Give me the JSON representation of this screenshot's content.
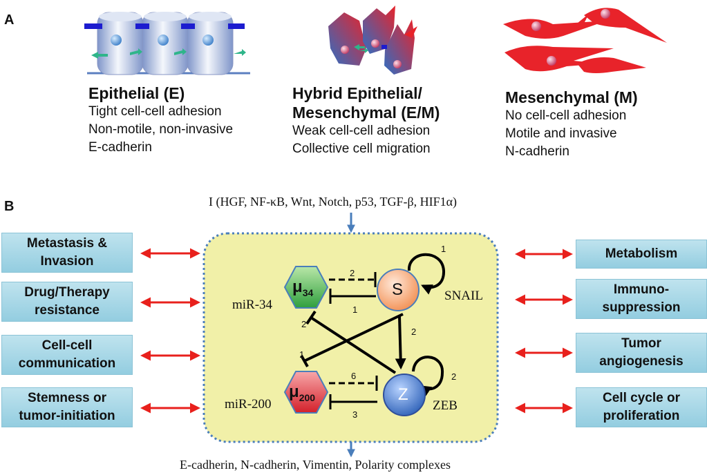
{
  "panel_a": {
    "label": "A",
    "states": [
      {
        "title_lines": [
          "Epithelial (E)"
        ],
        "desc": [
          "Tight cell-cell adhesion",
          "Non-motile, non-invasive",
          "E-cadherin"
        ]
      },
      {
        "title_lines": [
          "Hybrid Epithelial/",
          "Mesenchymal (E/M)"
        ],
        "desc": [
          "Weak cell-cell adhesion",
          "Collective cell migration"
        ]
      },
      {
        "title_lines": [
          "Mesenchymal (M)"
        ],
        "desc": [
          "No cell-cell adhesion",
          "Motile and invasive",
          "N-cadherin"
        ]
      }
    ]
  },
  "panel_b": {
    "label": "B",
    "input": "I (HGF, NF-κB, Wnt, Notch, p53, TGF-β, HIF1α)",
    "output": "E-cadherin, N-cadherin, Vimentin, Polarity complexes",
    "left_boxes": [
      "Metastasis &\nInvasion",
      "Drug/Therapy\nresistance",
      "Cell-cell\ncommunication",
      "Stemness or\ntumor-initiation"
    ],
    "right_boxes": [
      "Metabolism",
      "Immuno-\nsuppression",
      "Tumor\nangiogenesis",
      "Cell cycle or\nproliferation"
    ],
    "nodes": {
      "mu34": {
        "symbol": "μ",
        "sub": "34",
        "label": "miR-34"
      },
      "mu200": {
        "symbol": "μ",
        "sub": "200",
        "label": "miR-200"
      },
      "snail": {
        "symbol": "S",
        "label": "SNAIL"
      },
      "zeb": {
        "symbol": "Z",
        "label": "ZEB"
      }
    },
    "edge_numbers": {
      "snail_self": "1",
      "s_to_mu34_top": "2",
      "mu34_to_s": "1",
      "s_to_mu200_cross": "2",
      "s_to_z": "2",
      "z_to_mu34_cross": "1",
      "z_self": "2",
      "z_to_mu200_top": "6",
      "mu200_to_z": "3"
    }
  },
  "colors": {
    "box_fill": "#9fd3e4",
    "network_bg": "#f1f0a8",
    "network_border": "#4a7ebb",
    "red_arrow": "#e8201c",
    "blue_arrow": "#4a7ebb",
    "mu34_fill": "#3cb34a",
    "mu200_fill": "#e5333a",
    "snail_fill": "#f6ae7f",
    "zeb_fill": "#3b6fc0"
  }
}
